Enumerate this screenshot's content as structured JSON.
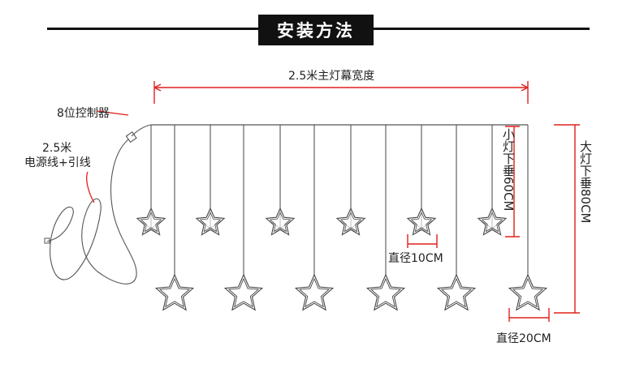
{
  "title": "安装方法",
  "labels": {
    "main_width": "2.5米主灯幕宽度",
    "controller": "8位控制器",
    "power_length": "2.5米",
    "power_cable": "电源线+引线",
    "small_drop": "小灯下垂60CM",
    "large_drop": "大灯下垂80CM",
    "small_diameter": "直径10CM",
    "large_diameter": "直径20CM"
  },
  "colors": {
    "dimension_red": "#e0201b",
    "wire": "#555555",
    "title_bg": "#111111"
  }
}
